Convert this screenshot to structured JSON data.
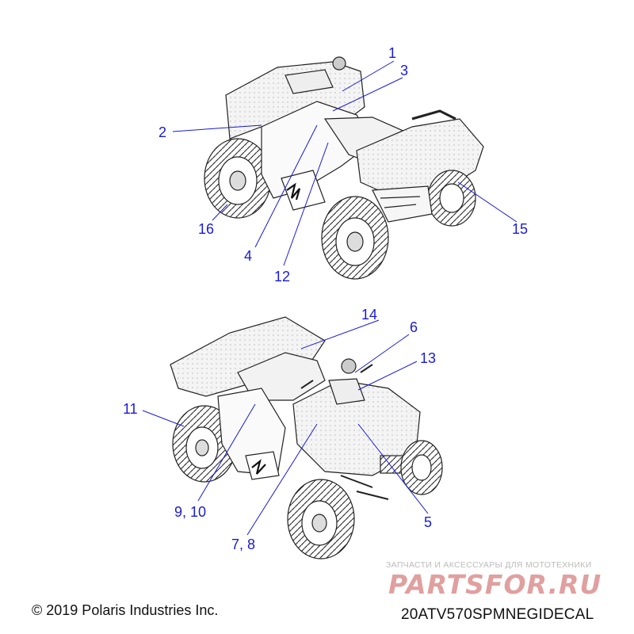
{
  "diagram": {
    "callouts": [
      {
        "id": "c1",
        "label": "1"
      },
      {
        "id": "c3",
        "label": "3"
      },
      {
        "id": "c2",
        "label": "2"
      },
      {
        "id": "c16",
        "label": "16"
      },
      {
        "id": "c4",
        "label": "4"
      },
      {
        "id": "c12",
        "label": "12"
      },
      {
        "id": "c15",
        "label": "15"
      },
      {
        "id": "c14",
        "label": "14"
      },
      {
        "id": "c6",
        "label": "6"
      },
      {
        "id": "c13",
        "label": "13"
      },
      {
        "id": "c11",
        "label": "11"
      },
      {
        "id": "c910",
        "label": "9, 10"
      },
      {
        "id": "c78",
        "label": "7, 8"
      },
      {
        "id": "c5",
        "label": "5"
      }
    ],
    "copyright": "© 2019 Polaris Industries Inc.",
    "drawing_code": "20ATV570SPMNEGIDECAL"
  },
  "watermark": {
    "tagline": "ЗАПЧАСТИ И АКСЕССУАРЫ ДЛЯ МОТОТЕХНИКИ",
    "logo_text": "PARTSFOR.RU",
    "color": "#e0a0a0"
  },
  "colors": {
    "callout": "#1a1ad6",
    "line_art": "#222222",
    "leader": "#1a1ad6"
  }
}
